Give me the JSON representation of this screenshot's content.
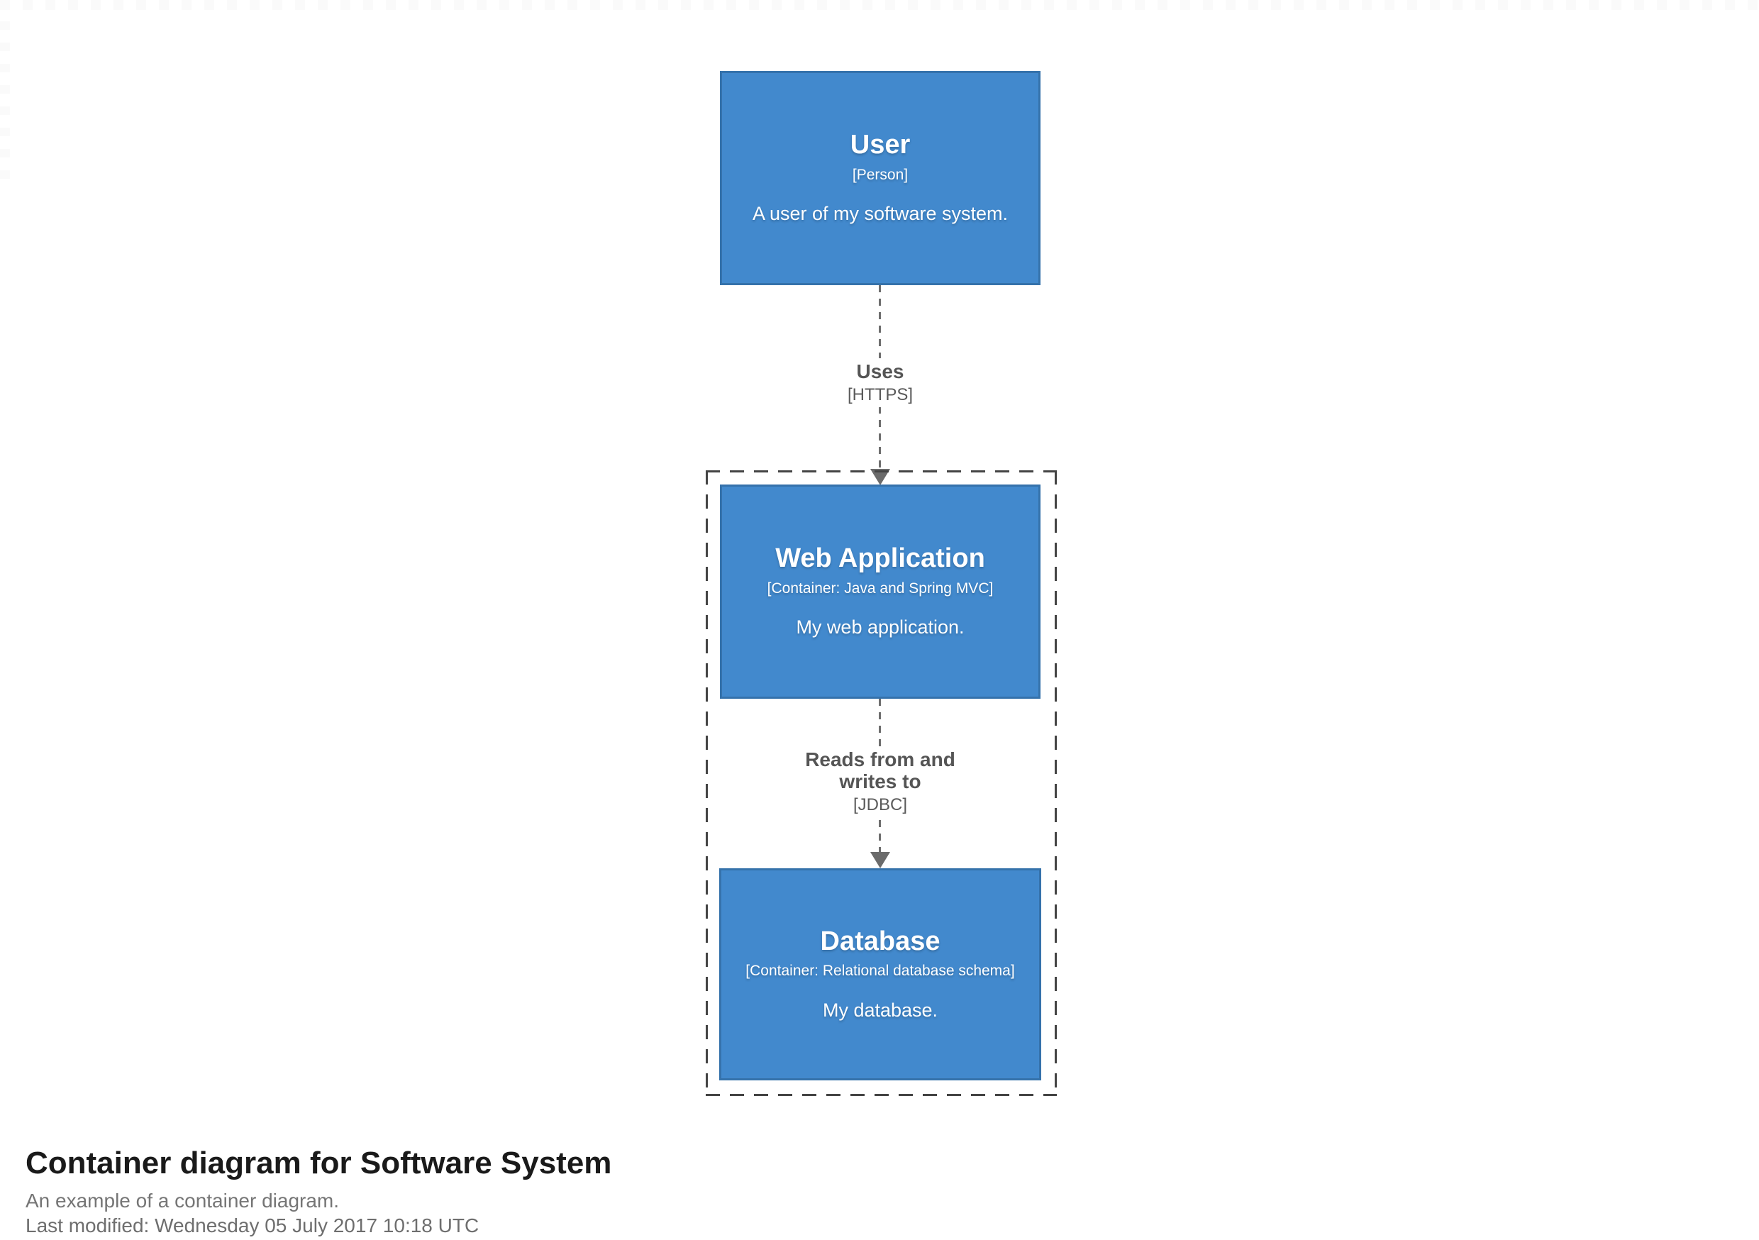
{
  "page": {
    "title": "Container diagram for Software System",
    "description": "An example of a container diagram.",
    "last_modified": "Last modified: Wednesday 05 July 2017 10:18 UTC"
  },
  "colors": {
    "element_fill": "#4289cd",
    "element_border": "#3572ab",
    "element_text": "#ffffff",
    "relationship_line": "#6e6e6e",
    "relationship_text": "#555555",
    "boundary_dash": "#444444",
    "page_background": "#ffffff"
  },
  "elements": {
    "user": {
      "name": "User",
      "type": "[Person]",
      "description": "A user of my software system."
    },
    "web_application": {
      "name": "Web Application",
      "type": "[Container: Java and Spring MVC]",
      "description": "My web application."
    },
    "database": {
      "name": "Database",
      "type": "[Container: Relational database schema]",
      "description": "My database."
    }
  },
  "relationships": {
    "user_to_webapp": {
      "label": "Uses",
      "technology": "[HTTPS]"
    },
    "webapp_to_database": {
      "label_line1": "Reads from and",
      "label_line2": "writes to",
      "technology": "[JDBC]"
    }
  }
}
